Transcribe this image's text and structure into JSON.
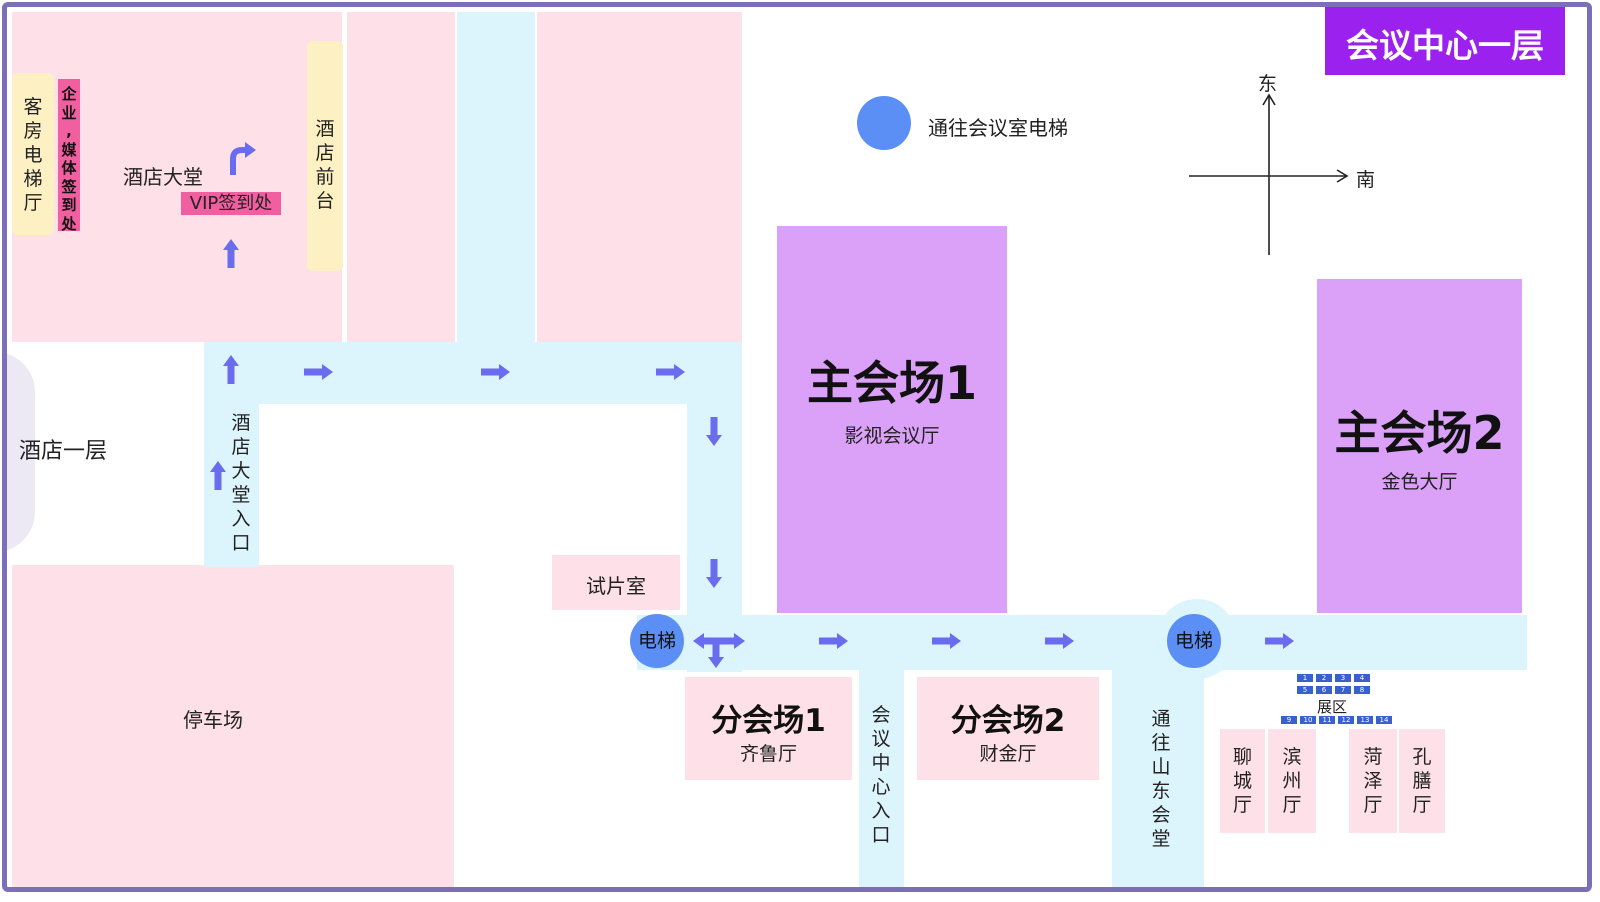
{
  "title": "会议中心一层",
  "colors": {
    "accent": "#9b22ee",
    "corridor": "#dcf4fb",
    "room": "#fde0e8",
    "hall": "#dba0f7",
    "elevator": "#5b8ff5",
    "arrow": "#6a6cf0"
  },
  "legend": {
    "elevator_label": "通往会议室电梯"
  },
  "compass": {
    "north_up": "东",
    "right": "南"
  },
  "areas": {
    "guest_elevator": "客房电梯厅",
    "media_signin": "企业,媒体签到处",
    "hotel_lobby": "酒店大堂",
    "vip_signin": "VIP签到处",
    "front_desk": "酒店前台",
    "hotel_floor1": "酒店一层",
    "lobby_entrance": "酒店大堂入口",
    "parking": "停车场",
    "screening": "试片室",
    "center_entrance": "会议中心入口",
    "to_shandong": "通往山东会堂",
    "exhibit": "展区"
  },
  "halls": [
    {
      "name": "主会场1",
      "sub": "影视会议厅"
    },
    {
      "name": "主会场2",
      "sub": "金色大厅"
    },
    {
      "name": "分会场1",
      "sub": "齐鲁厅"
    },
    {
      "name": "分会场2",
      "sub": "财金厅"
    }
  ],
  "small_rooms": [
    "聊城厅",
    "滨州厅",
    "菏泽厅",
    "孔膳厅"
  ],
  "elevators": [
    "电梯",
    "电梯"
  ],
  "booths_row1": [
    "1",
    "2",
    "3",
    "4"
  ],
  "booths_row2": [
    "5",
    "6",
    "7",
    "8"
  ],
  "booths_row3": [
    "9",
    "10",
    "11",
    "12",
    "13",
    "14"
  ]
}
